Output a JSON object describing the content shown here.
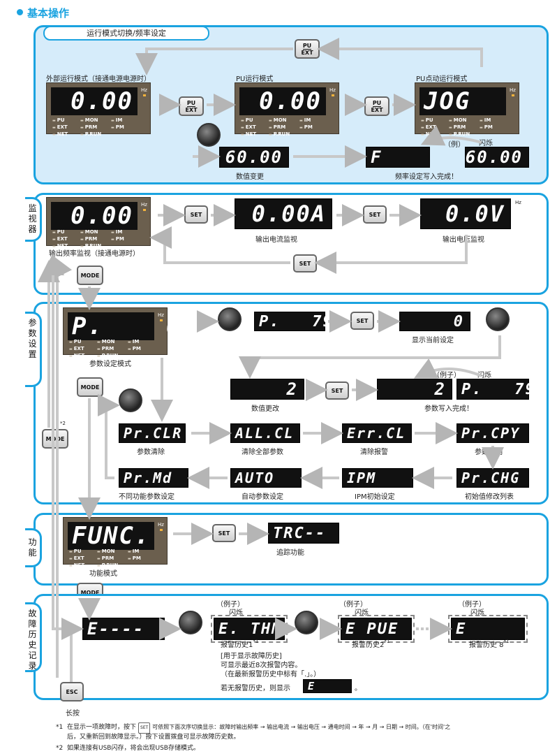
{
  "heading": "基本操作",
  "sections": {
    "mode_switch": {
      "title": "运行模式切换/频率设定",
      "ext_mode": "外部运行模式（接通电源电源时）",
      "pu_mode": "PU运行模式",
      "jog_mode": "PU点动运行模式",
      "lcd_ext": "0.00",
      "lcd_pu": "0.00",
      "lcd_jog": "JOG",
      "lcd_value_change": "60.00",
      "lcd_f": "F",
      "lcd_flash_value": "60.00",
      "value_change_label": "数值变更",
      "freq_write_done": "频率设定写入完成！",
      "example": "（例）",
      "flash": "闪烁"
    },
    "monitor": {
      "tab": "监视器",
      "lcd_freq": "0.00",
      "lcd_current": "0.00A",
      "lcd_voltage": "0.0V",
      "freq_label": "输出频率监视（接通电源时）",
      "current_label": "输出电流监视",
      "voltage_label": "输出电压监视"
    },
    "params": {
      "tab": "参数设置",
      "lcd_p0": "P.    0",
      "lcd_p79": "P.   79",
      "lcd_current_val": "0",
      "lcd_changed": "2",
      "lcd_written": "2",
      "lcd_p79_flash": "P.   79",
      "param_mode_label": "参数设定模式",
      "show_current_label": "显示当前设定",
      "value_change_label": "数值更改",
      "param_written_label": "参数写入完成！",
      "example": "（例子）",
      "flash": "闪烁",
      "pr_clr": "Pr.CLR",
      "all_cl": "ALL.CL",
      "err_cl": "Err.CL",
      "pr_cpy": "Pr.CPY",
      "pr_md": "Pr.Md",
      "auto": "AUTO",
      "ipm": "IPM",
      "pr_chg": "Pr.CHG",
      "pr_clr_label": "参数清除",
      "all_cl_label": "清除全部参数",
      "err_cl_label": "清除报警",
      "pr_cpy_label": "参数复制",
      "pr_md_label": "不同功能参数设定",
      "auto_label": "自动参数设定",
      "ipm_label": "IPM初始设定",
      "pr_chg_label": "初始值修改列表"
    },
    "function": {
      "tab": "功能",
      "lcd_func": "FUNC.",
      "lcd_trc": "TRC--",
      "func_mode_label": "功能模式",
      "trace_label": "追踪功能"
    },
    "fault": {
      "tab": "故障历史记录",
      "lcd_e": "E----",
      "lcd_e_thm": "E. THM",
      "lcd_e_pue": "E PUE",
      "lcd_e0": "E      0",
      "lcd_e_none": "E      0",
      "example": "（例子）",
      "flash": "闪烁",
      "hist1": "报警历史1",
      "hist2": "报警历史2",
      "hist8": "报警历史 8",
      "star1": "*1",
      "note1": "[用于显示故障历史]",
      "note2": "可显示最近8次报警内容。",
      "note3": "（在最新报警历史中标有「.」。）",
      "no_hist": "若无报警历史，则显示",
      "no_hist_end": "。"
    }
  },
  "keys": {
    "pu": "PU",
    "ext": "EXT",
    "set": "SET",
    "mode": "MODE",
    "esc": "ESC",
    "long_press": "长按",
    "star2": "*2"
  },
  "indicators": {
    "pu": "PU",
    "ext": "EXT",
    "net": "NET",
    "mon": "MON",
    "prm": "PRM",
    "prun": "P.RUN",
    "im": "IM",
    "pm": "PM",
    "hz": "Hz"
  },
  "footnotes": {
    "n1_mark": "*1",
    "n1_a": "在显示一项故障时，按下",
    "n1_key": "SET",
    "n1_b": "可依照下面次序切换显示：故障时输出频率 → 输出电流 → 输出电压 → 通电时间 → 年 → 月 → 日期 → 时间。（在'时间'之",
    "n1_c": "后，又重新回到故障显示。）按下设置拨盘可显示故障历史数。",
    "n2_mark": "*2",
    "n2": "如果连接有USB闪存，将会出现USB存储模式。"
  },
  "colors": {
    "accent": "#1aa3e0",
    "panel": "#6b5f4e",
    "lcd": "#111111"
  }
}
